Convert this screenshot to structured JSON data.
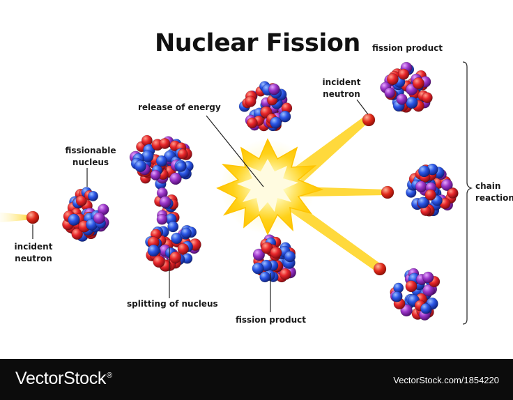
{
  "title": "Nuclear Fission",
  "labels": {
    "incident_neutron_left": [
      "incident",
      "neutron"
    ],
    "fissionable_nucleus": [
      "fissionable",
      "nucleus"
    ],
    "splitting_of_nucleus": "splitting of nucleus",
    "release_of_energy": "release of energy",
    "fission_product_bottom": "fission product",
    "fission_product_top": "fission product",
    "incident_neutron_right": [
      "incident",
      "neutron"
    ],
    "chain_reaction": [
      "chain",
      "reaction"
    ]
  },
  "footer": {
    "brand": "VectorStock",
    "brand_mark": "®",
    "stock_id": "VectorStock.com/1854220"
  },
  "colors": {
    "proton_red": "#e8262a",
    "neutron_blue": "#2b56e6",
    "purple": "#9a35c8",
    "neutron_ball": "#e02a1a",
    "energy_yellow": "#ffd21a",
    "footer_bg": "#0c0c0c"
  }
}
